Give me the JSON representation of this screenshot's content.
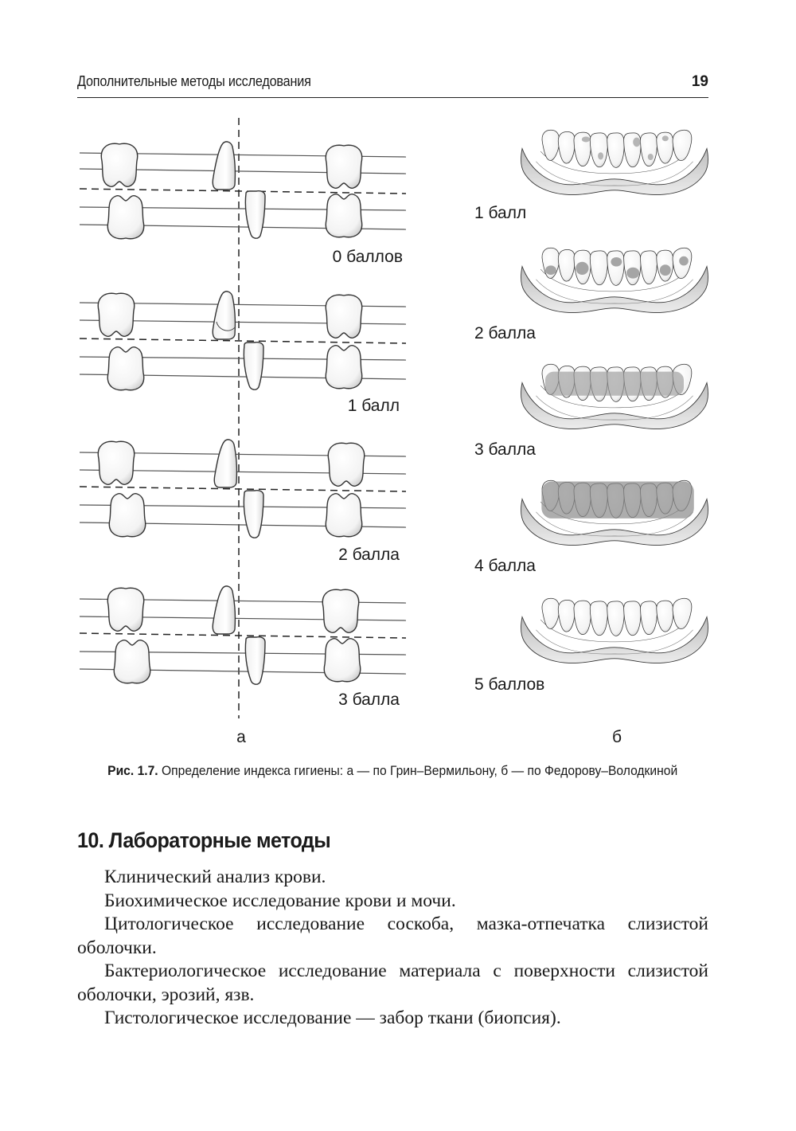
{
  "header": {
    "running_title": "Дополнительные методы исследования",
    "page_number": "19"
  },
  "figure": {
    "panel_a": {
      "label": "а",
      "rows": [
        "0 баллов",
        "1 балл",
        "2 балла",
        "3 балла"
      ]
    },
    "panel_b": {
      "label": "б",
      "rows": [
        "1 балл",
        "2 балла",
        "3 балла",
        "4 балла",
        "5 баллов"
      ]
    },
    "caption_label": "Рис. 1.7.",
    "caption_text": " Определение индекса гигиены: а — по Грин–Вермильону, б — по Федорову–Володкиной"
  },
  "section": {
    "heading": "10. Лабораторные методы",
    "paragraphs": [
      "Клинический анализ крови.",
      "Биохимическое исследование крови и мочи.",
      "Цитологическое исследование соскоба, мазка-отпечатка слизистой оболочки.",
      "Бактериологическое исследование материала с поверхности слизистой оболочки, эрозий, язв.",
      "Гистологическое исследование — забор ткани (биопсия)."
    ]
  }
}
